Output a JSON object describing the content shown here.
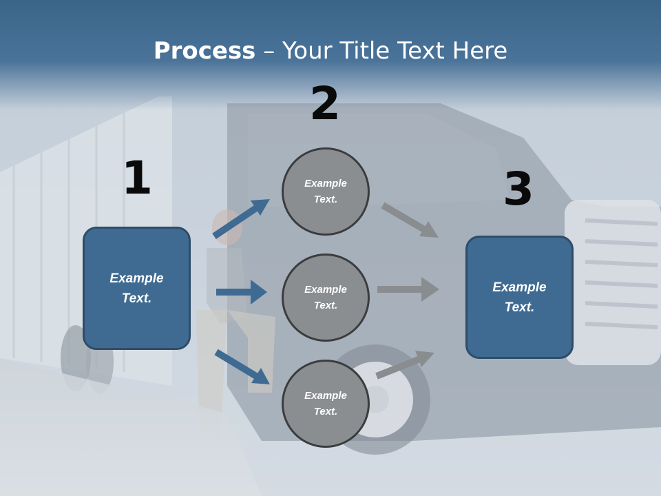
{
  "title": {
    "bold": "Process",
    "rest": " – Your Title Text Here"
  },
  "steps": [
    {
      "number": "1",
      "text": "Example Text."
    },
    {
      "number": "2",
      "circles": [
        "Example Text.",
        "Example Text.",
        "Example Text."
      ]
    },
    {
      "number": "3",
      "text": "Example Text."
    }
  ],
  "colors": {
    "header": "#3b6489",
    "box_fill": "#3f6b92",
    "box_border": "#2f4c68",
    "circle_fill": "#8b8e91",
    "blue_arrow": "#3f6b92",
    "gray_arrow": "#8a8d90"
  }
}
